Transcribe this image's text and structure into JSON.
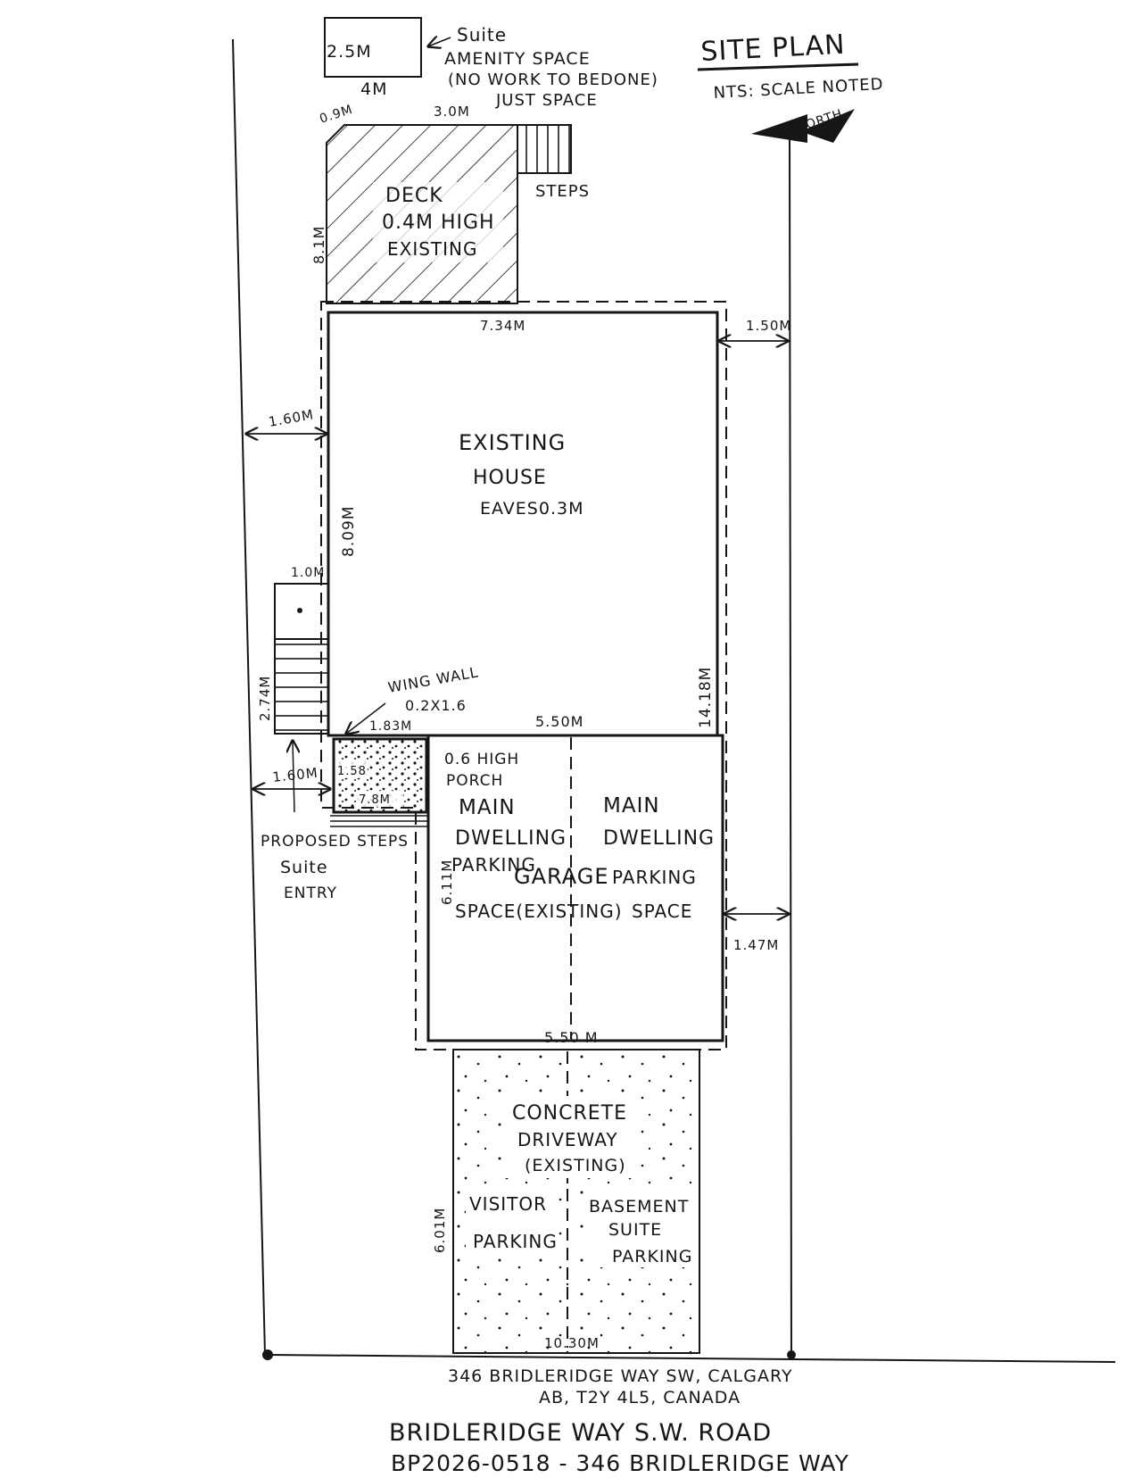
{
  "title": "SITE PLAN",
  "scale_note": "NTS: SCALE NOTED",
  "north_label": "NORTH",
  "amenity": {
    "dim_w": "2.5M",
    "dim_d": "4M",
    "suite": "Suite",
    "line1": "AMENITY SPACE",
    "line2": "(NO WORK TO BEDONE)",
    "line3": "JUST SPACE"
  },
  "deck": {
    "label1": "DECK",
    "label2": "0.4M HIGH",
    "label3": "EXISTING",
    "dim_top_left": "0.9M",
    "dim_top": "3.0M",
    "dim_side": "8.1M",
    "steps_label": "STEPS"
  },
  "house": {
    "label1": "EXISTING",
    "label2": "HOUSE",
    "label3": "EAVES0.3M",
    "dim_top": "7.34M",
    "dim_left": "8.09M",
    "dim_right": "14.18M",
    "setback_right": "1.50M",
    "setback_left": "1.60M"
  },
  "suite_entry": {
    "dim_top": "1.0M",
    "dim_side": "2.74M",
    "wing_wall": "WING WALL",
    "wing_wall_size": "0.2X1.6",
    "porch_w": "1.83M",
    "porch_h": "1.58",
    "porch_d": "7.8M",
    "setback": "1.60M",
    "proposed1": "PROPOSED STEPS",
    "proposed2": "Suite",
    "proposed3": "ENTRY"
  },
  "garage": {
    "dim_top": "5.50M",
    "dim_bottom": "5.50 M",
    "dim_side": "6.11M",
    "setback_right": "1.47M",
    "porch1": "0.6 HIGH",
    "porch2": "PORCH",
    "left1": "MAIN",
    "left2": "DWELLING",
    "left3": "PARKING",
    "center": "GARAGE",
    "right1": "MAIN",
    "right2": "DWELLING",
    "right3": "PARKING",
    "bottom_left": "SPACE(EXISTING)",
    "bottom_right": "SPACE"
  },
  "driveway": {
    "label1": "CONCRETE",
    "label2": "DRIVEWAY",
    "label3": "(EXISTING)",
    "visitor1": "VISITOR",
    "visitor2": "PARKING",
    "suite1": "BASEMENT",
    "suite2": "SUITE",
    "suite3": "PARKING",
    "dim_side": "6.01M",
    "dim_bottom": "10.30M"
  },
  "address1": "346 BRIDLERIDGE WAY SW, CALGARY",
  "address2": "AB, T2Y 4L5, CANADA",
  "road": "BRIDLERIDGE  WAY  S.W.  ROAD",
  "permit": "BP2026-0518 - 346 BRIDLERIDGE WAY"
}
